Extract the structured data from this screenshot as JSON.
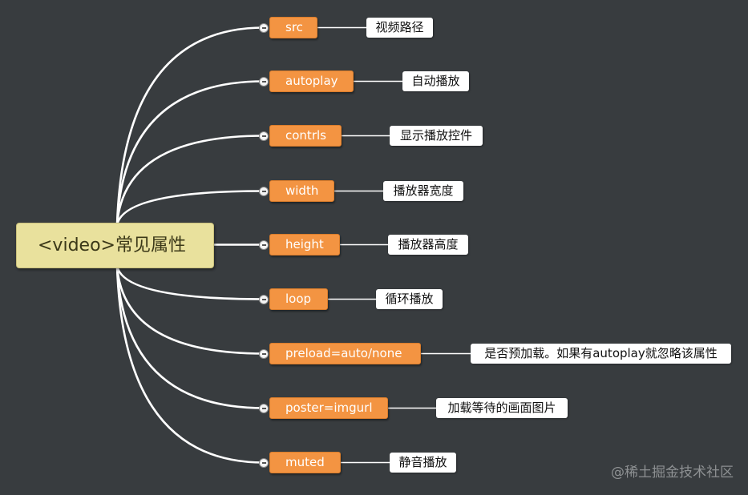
{
  "root": {
    "label": "<video>常见属性"
  },
  "branches": [
    {
      "label": "src",
      "leaf": "视频路径"
    },
    {
      "label": "autoplay",
      "leaf": "自动播放"
    },
    {
      "label": "contrls",
      "leaf": "显示播放控件"
    },
    {
      "label": "width",
      "leaf": "播放器宽度"
    },
    {
      "label": "height",
      "leaf": "播放器高度"
    },
    {
      "label": "loop",
      "leaf": "循环播放"
    },
    {
      "label": "preload=auto/none",
      "leaf": "是否预加载。如果有autoplay就忽略该属性"
    },
    {
      "label": "poster=imgurl",
      "leaf": "加载等待的画面图片"
    },
    {
      "label": "muted",
      "leaf": "静音播放"
    }
  ],
  "watermark": "@稀土掘金技术社区",
  "icons": {
    "collapse_toggle": "minus-circle-icon"
  },
  "colors": {
    "background": "#383c3f",
    "root_fill": "#e9e19d",
    "root_text": "#3b3818",
    "branch_fill": "#f39442",
    "branch_text": "#ffffff",
    "leaf_fill": "#ffffff",
    "leaf_text": "#111111",
    "connector": "#ffffff",
    "watermark": "#8e9193"
  }
}
